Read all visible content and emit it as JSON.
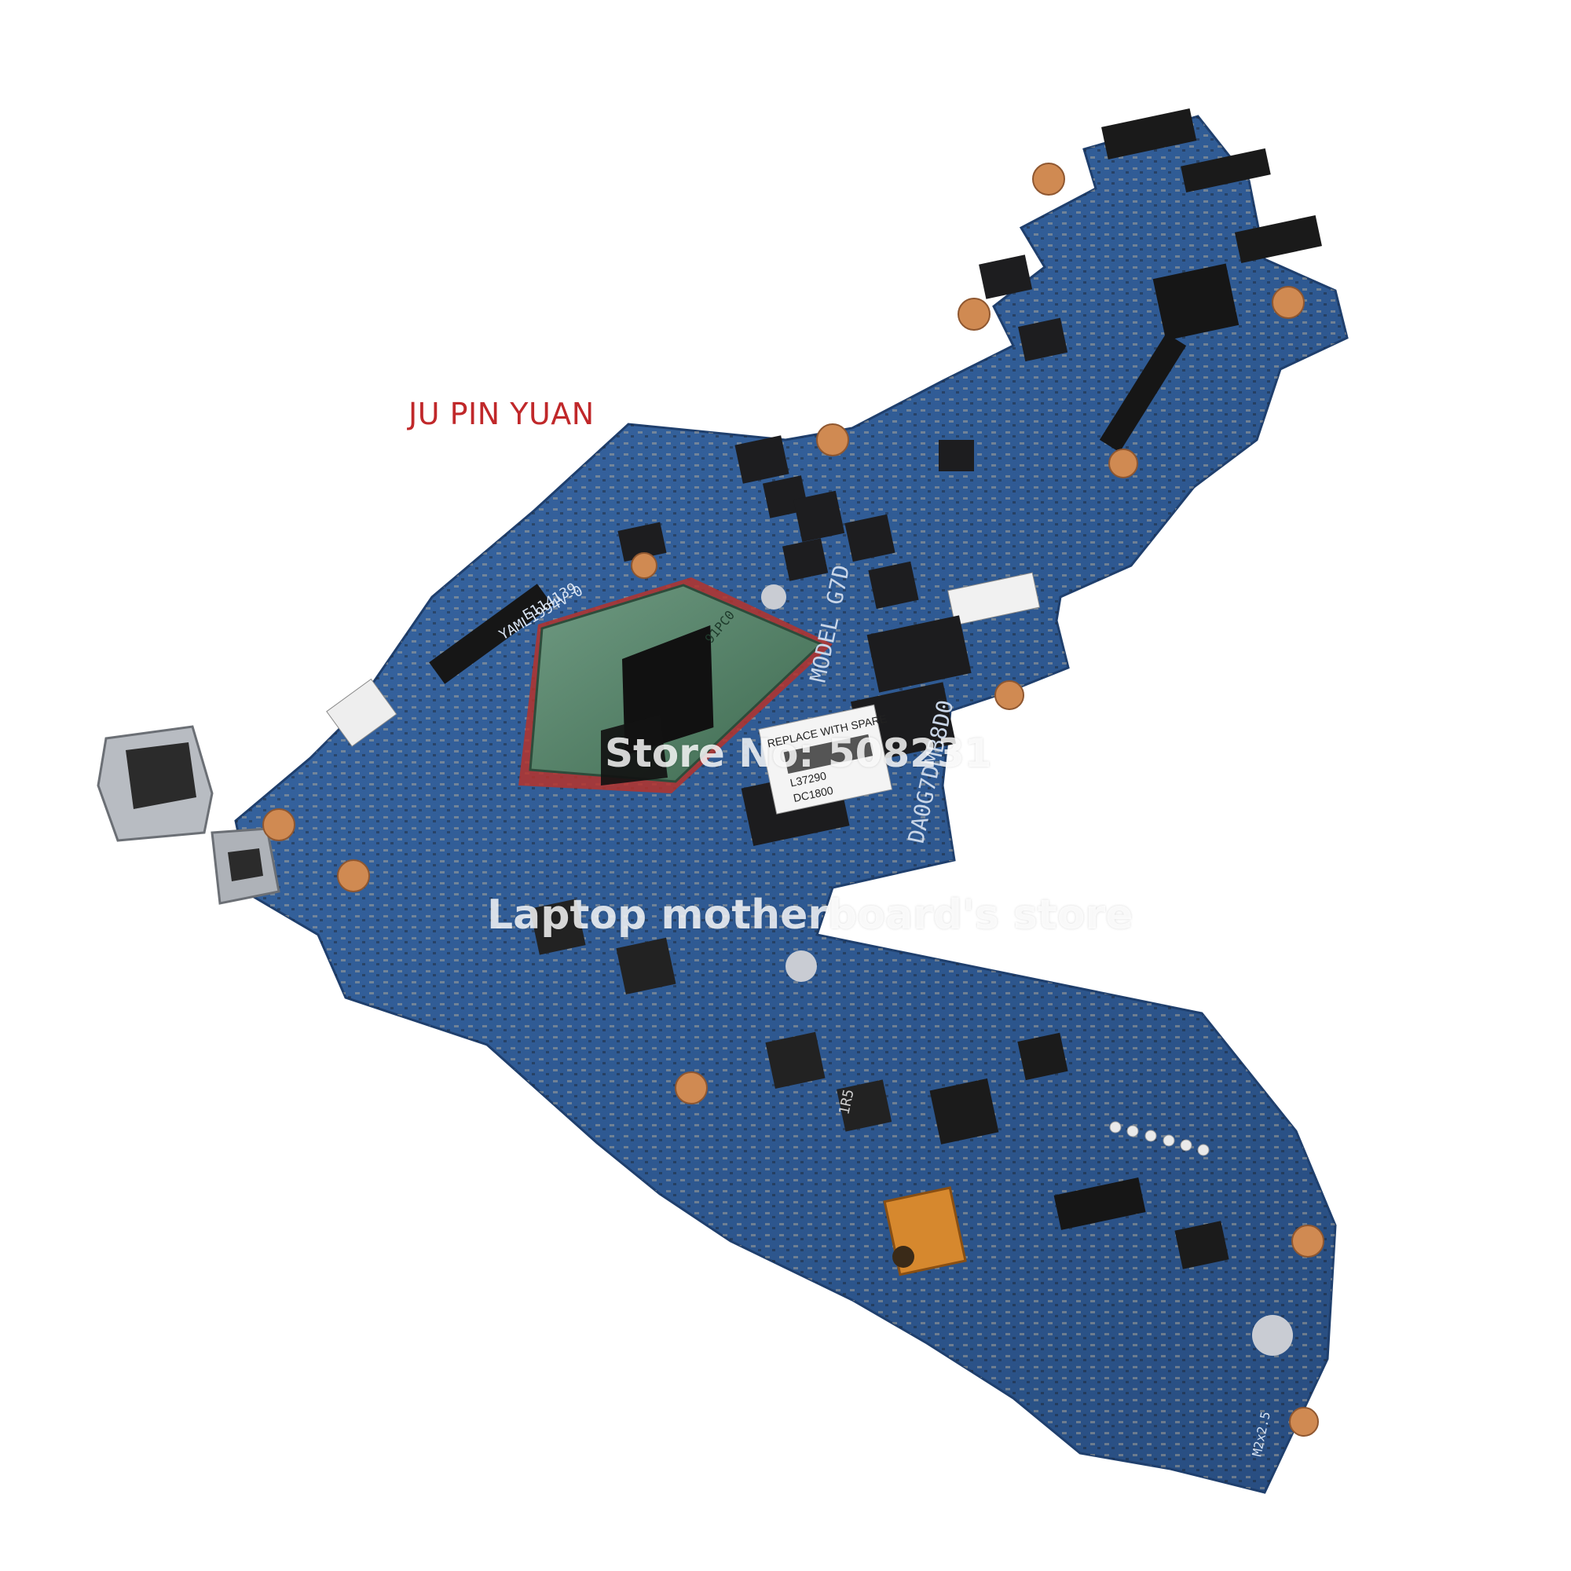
{
  "image": {
    "subject": "laptop-motherboard",
    "colors": {
      "background": "#ffffff",
      "pcb": "#2f5a93",
      "pcb_dark": "#1f3f6d",
      "copper_pad": "#d08a52",
      "chip": "#1c1c1e",
      "cpu_substrate": "#4f7d60",
      "thermal_paste": "#b5322b",
      "label_red": "#c0282a"
    }
  },
  "labels": {
    "brand": "JU PIN YUAN",
    "store_watermark": "Store No:  508231",
    "store_tagline": "Laptop motherboard's store"
  },
  "board_markings": {
    "silkscreen_model": "MODEL G7D",
    "silkscreen_part": "DA0G7DMB8D0",
    "sticker_top": "REPLACE WITH SPARE",
    "sticker_mid": "L37290",
    "sticker_bottom": "DC1800",
    "cpu_marking": "91PC0",
    "left_text": "E114139",
    "left_text_2": "YAML1994V-0",
    "inductor_1r5": "1R5",
    "corner_text": "M2x2.5"
  }
}
